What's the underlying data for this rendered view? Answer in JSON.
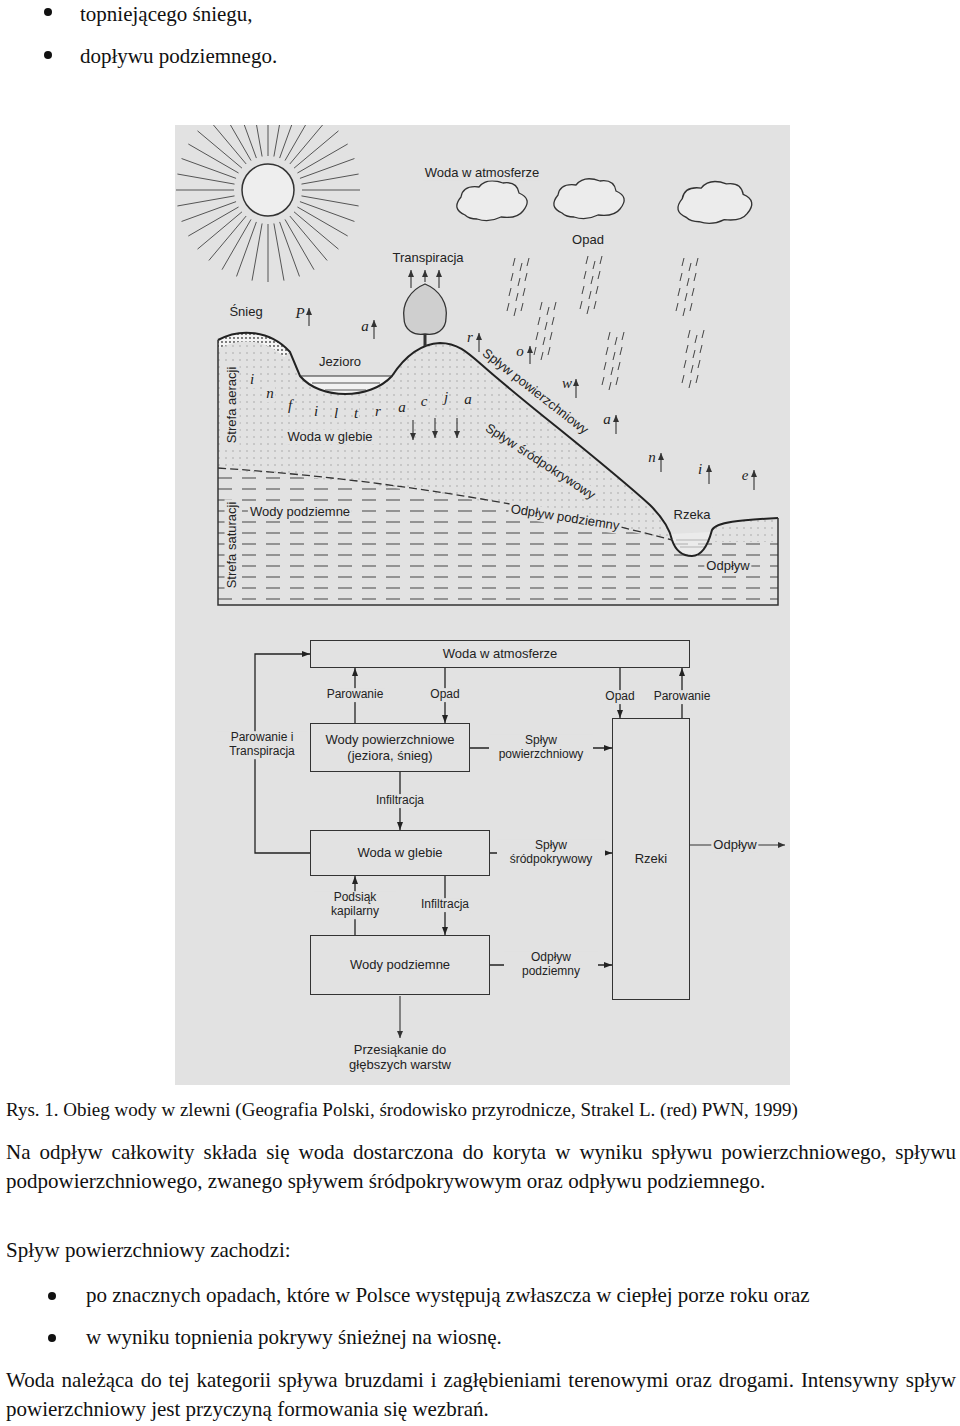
{
  "diagram": {
    "caption": "Rys. 1. Obieg wody w zlewni (Geografia Polski, środowisko przyrodnicze, Strakel L. (red) PWN, 1999)",
    "nodes": [
      {
        "text": [
          "Woda w atmosferze"
        ]
      },
      {
        "text": [
          "Wody powierzchniowe (jeziora, śnieg)"
        ]
      },
      {
        "text": [
          "Woda w glebie"
        ]
      },
      {
        "text": [
          "Wody podziemne"
        ]
      },
      {
        "text": [
          "Rzeki"
        ]
      }
    ],
    "edges": [
      {
        "from": 0,
        "to": 1,
        "label": "Opad",
        "arrow": "to"
      },
      {
        "from": 1,
        "to": 0,
        "label": "Parowanie",
        "arrow": "to"
      },
      {
        "from": 0,
        "to": 4,
        "label": "Opad",
        "arrow": "to"
      },
      {
        "from": 4,
        "to": 0,
        "label": "Parowanie",
        "arrow": "to"
      },
      {
        "from": 1,
        "to": 4,
        "label": "Spływ powierzchniowy",
        "arrow": "to"
      },
      {
        "from": 2,
        "to": 4,
        "label": "Spływ śródpokrywowy",
        "arrow": "to"
      },
      {
        "from": 3,
        "to": 4,
        "label": "Odpływ podziemny",
        "arrow": "to"
      },
      {
        "from": 1,
        "to": 2,
        "label": "Infiltracja",
        "arrow": "to"
      },
      {
        "from": 2,
        "to": 3,
        "label": "Infiltracja",
        "arrow": "to"
      },
      {
        "from": 3,
        "to": 2,
        "label": "Podsiąk kapilarny",
        "arrow": "to"
      },
      {
        "from": 2,
        "to": 0,
        "label": "Parowanie i Transpiracja",
        "arrow": "to"
      }
    ],
    "labels": [
      "topniejącego śniegu,",
      "dopływu podziemnego.",
      "Woda w atmosferze",
      "Opad",
      "Transpiracja",
      "Śnieg",
      "P",
      "a",
      "r",
      "o",
      "w",
      "a",
      "n",
      "i",
      "e",
      "Jezioro",
      "Strefa aeracji",
      "i",
      "n",
      "f",
      "i",
      "l",
      "t",
      "r",
      "a",
      "c",
      "j",
      "a",
      "Woda w glebie",
      "Spływ powierzchniowy",
      "Spływ śródpokrywowy",
      "Wody podziemne",
      "Odpływ podziemny",
      "Rzeka",
      "Odpływ",
      "Strefa saturacji",
      "Odpływ",
      "Przesiąkanie do głębszych warstw",
      "Na odpływ całkowity składa się woda dostarczona do koryta w wyniku spływu powierzchniowego, spływu podpowierzchniowego, zwanego spływem śródpokrywowym oraz odpływu podziemnego.",
      "Spływ powierzchniowy zachodzi:",
      "po znacznych opadach, które w Polsce występują zwłaszcza w ciepłej porze roku oraz",
      "w wyniku topnienia pokrywy śnieżnej na wiosnę.",
      "Woda należąca do tej kategorii spływa bruzdami i zagłębieniami terenowymi oraz drogami. Intensywny spływ powierzchniowy jest przyczyną formowania się wezbrań."
    ]
  }
}
